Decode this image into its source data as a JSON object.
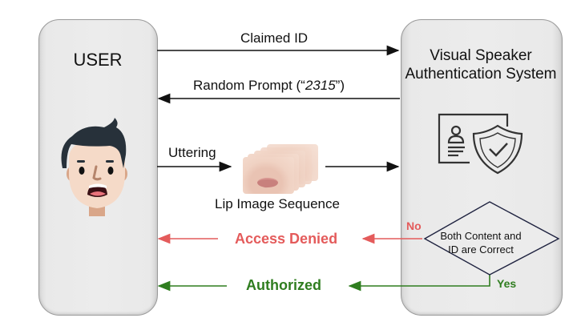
{
  "user": {
    "title": "USER",
    "avatar": "user-face-avatar"
  },
  "system": {
    "title_line1": "Visual Speaker",
    "title_line2": "Authentication System",
    "icon": "id-card-shield-check-icon"
  },
  "messages": {
    "claimed_id": "Claimed ID",
    "random_prompt_prefix": "Random Prompt (“",
    "random_prompt_value": "2315",
    "random_prompt_suffix": "”)",
    "uttering": "Uttering",
    "lip_sequence": "Lip Image Sequence"
  },
  "decision": {
    "line1": "Both Content and",
    "line2": "ID are Correct",
    "no_label": "No",
    "yes_label": "Yes"
  },
  "outcomes": {
    "denied": "Access Denied",
    "authorized": "Authorized"
  },
  "colors": {
    "denied": "#e45b5b",
    "authorized": "#2f7d1f",
    "arrow": "#111111",
    "diamond_stroke": "#1f2340",
    "panel_fill": "#ebebeb"
  }
}
